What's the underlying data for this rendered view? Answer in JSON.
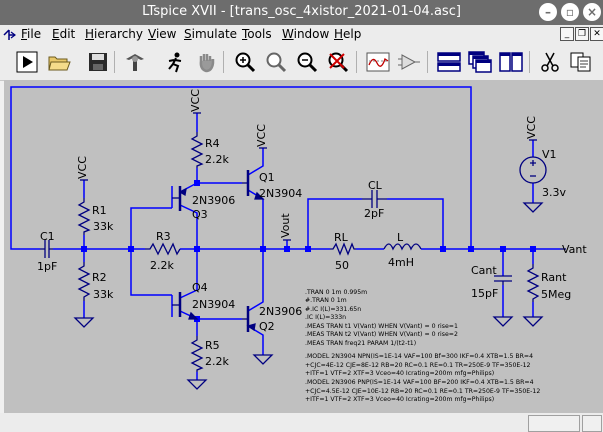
{
  "window": {
    "title": "LTspice XVII - [trans_osc_4xistor_2021-01-04.asc]"
  },
  "menu": {
    "items": [
      {
        "key": "F",
        "rest": "ile"
      },
      {
        "key": "E",
        "rest": "dit"
      },
      {
        "key": "H",
        "rest": "ierarchy"
      },
      {
        "key": "V",
        "rest": "iew"
      },
      {
        "key": "S",
        "rest": "imulate"
      },
      {
        "key": "T",
        "rest": "ools"
      },
      {
        "key": "W",
        "rest": "indow"
      },
      {
        "key": "H",
        "rest": "elp"
      }
    ]
  },
  "toolbar": {
    "icons": [
      "run-icon",
      "open-icon",
      "save-icon",
      "control-panel-icon",
      "halt-icon",
      "pan-hand-icon",
      "zoom-in-icon",
      "zoom-area-icon",
      "zoom-out-icon",
      "zoom-cancel-icon",
      "waveform-icon",
      "component-icon",
      "tile-horizontal-icon",
      "cascade-icon",
      "tile-vertical-icon",
      "cut-icon",
      "copy-icon"
    ]
  },
  "schematic": {
    "components": {
      "r4": {
        "name": "R4",
        "value": "2.2k"
      },
      "r1": {
        "name": "R1",
        "value": "33k"
      },
      "r2": {
        "name": "R2",
        "value": "33k"
      },
      "r3": {
        "name": "R3",
        "value": "2.2k"
      },
      "r5": {
        "name": "R5",
        "value": "2.2k"
      },
      "c1": {
        "name": "C1",
        "value": "1pF"
      },
      "cl": {
        "name": "CL",
        "value": "2pF"
      },
      "rl": {
        "name": "RL",
        "value": "50"
      },
      "l": {
        "name": "L",
        "value": "4mH"
      },
      "cant": {
        "name": "Cant",
        "value": "15pF"
      },
      "rant": {
        "name": "Rant",
        "value": "5Meg"
      },
      "v1": {
        "name": "V1",
        "value": "3.3v"
      },
      "q1": {
        "name": "Q1",
        "model": "2N3904"
      },
      "q2": {
        "name": "Q2",
        "model": "2N3906"
      },
      "q3": {
        "name": "Q3",
        "model": "2N3906"
      },
      "q4": {
        "name": "Q4",
        "model": "2N3904"
      }
    },
    "labels": {
      "vcc": "VCC",
      "vout": "Vout",
      "vant": "Vant"
    },
    "directives": [
      ".TRAN 0 1m 0.995m",
      "#.TRAN 0 1m",
      "#.IC I(L)=331.65n",
      ".IC I(L)=333n",
      ".MEAS TRAN t1 V(Vant) WHEN V(Vant) = 0 rise=1",
      ".MEAS TRAN t2 V(Vant) WHEN V(Vant) = 0 rise=2",
      ".MEAS TRAN freq21 PARAM 1/(t2-t1)"
    ],
    "models": [
      ".MODEL 2N3904 NPN(IS=1E-14 VAF=100 Bf=300 IKF=0.4 XTB=1.5 BR=4",
      "+CJC=4E-12 CJE=8E-12 RB=20 RC=0.1 RE=0.1 TR=250E-9 TF=350E-12",
      "+ITF=1 VTF=2 XTF=3 Vceo=40 Icrating=200m mfg=Philips)",
      ".MODEL 2N3906 PNP(IS=1E-14 VAF=100 BF=200 IKF=0.4 XTB=1.5 BR=4",
      "+CJC=4.5E-12 CJE=10E-12 RB=20 RC=0.1 RE=0.1 TR=250E-9 TF=350E-12",
      "+ITF=1 VTF=2 XTF=3 Vceo=40 Icrating=200m mfg=Philips)"
    ]
  },
  "colors": {
    "wire": "#0000ff",
    "component": "#000080",
    "text": "#000000",
    "canvas": "#c0c0c0",
    "titlebar": "#6d6d6d"
  }
}
